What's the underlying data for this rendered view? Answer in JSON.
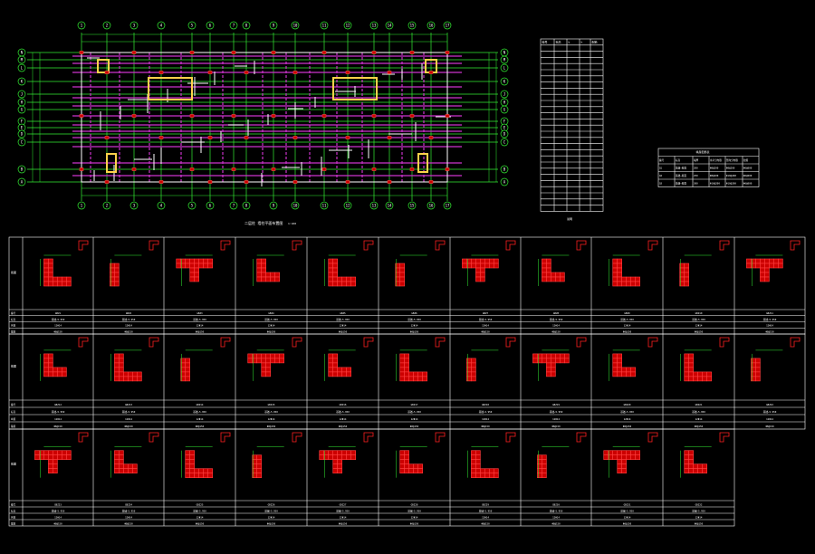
{
  "plan": {
    "axes_top": [
      "1",
      "2",
      "3",
      "4",
      "5",
      "6",
      "7",
      "8",
      "9",
      "10",
      "11",
      "12",
      "13",
      "14",
      "15",
      "16",
      "17"
    ],
    "axes_left": [
      "N",
      "M",
      "L",
      "K",
      "J",
      "H",
      "G",
      "F",
      "E",
      "D",
      "C",
      "B",
      "A"
    ],
    "caption": "二层柱 墙柱平面布置图",
    "scale": "1:100"
  },
  "column_table": {
    "header": [
      "编号",
      "标高",
      "b",
      "h",
      "配筋"
    ],
    "row_count": 28,
    "footer": "说明"
  },
  "legend_table": {
    "title": "墙身配筋表",
    "header": [
      "编号",
      "标高",
      "墙厚",
      "水平分布筋",
      "竖向分布筋",
      "拉筋"
    ],
    "rows": [
      [
        "Q1",
        "基础~屋面",
        "200",
        "Φ8@200",
        "Φ8@200",
        "Φ6@600"
      ],
      [
        "Q2",
        "基础~屋面",
        "250",
        "Φ8@200",
        "Φ10@200",
        "Φ6@600"
      ],
      [
        "Q3",
        "基础~屋面",
        "300",
        "Φ10@200",
        "Φ10@200",
        "Φ6@600"
      ]
    ]
  },
  "detail_table": {
    "row_labels": [
      "截面",
      "编号",
      "标高",
      "纵筋",
      "箍筋"
    ],
    "rows": [
      [
        "GBZ1",
        "GBZ2",
        "GBZ3",
        "GBZ4",
        "GBZ5",
        "GBZ6",
        "GBZ7",
        "GBZ8",
        "GBZ9",
        "GBZ10",
        "GBZ11"
      ],
      [
        "GBZ12",
        "GBZ13",
        "GBZ14",
        "GBZ15",
        "GBZ16",
        "GBZ17",
        "GBZ18",
        "GBZ19",
        "GBZ20",
        "GBZ21",
        "GBZ22"
      ],
      [
        "GBZ23",
        "GBZ24",
        "GBZ25",
        "GBZ26",
        "GBZ27",
        "GBZ28",
        "GBZ29",
        "GBZ30",
        "GBZ31",
        "GBZ32"
      ]
    ],
    "elevation": "基础~5.950",
    "rebar": "12Φ14",
    "stirrup": "Φ8@150"
  },
  "colors": {
    "axis": "#33ee33",
    "beam": "#cc33cc",
    "column": "#cc0000",
    "highlight": "#ffd24a",
    "background": "#000000"
  }
}
